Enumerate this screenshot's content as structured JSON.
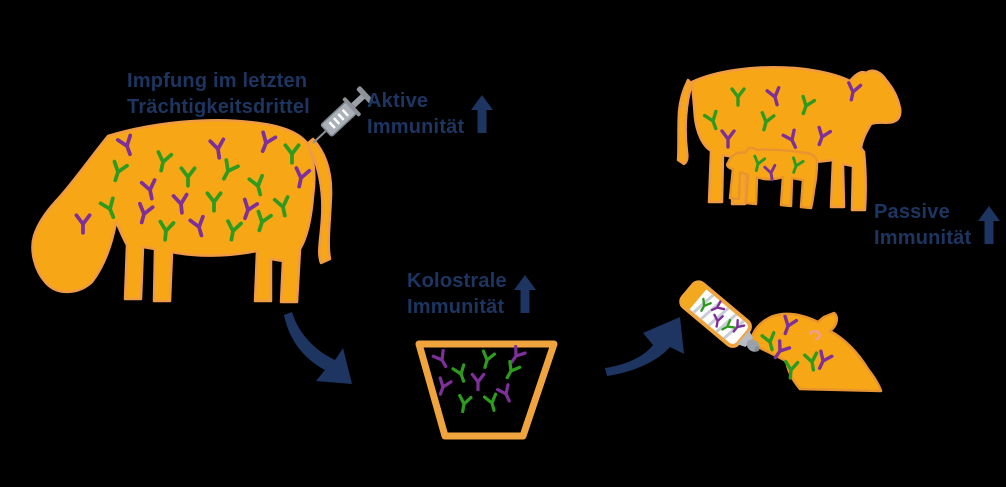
{
  "background_color": "#000000",
  "colors": {
    "background_color": "#000000",
    "navy": "#1d3560",
    "cow_orange": "#F7A716",
    "antibody_purple": "#7E2F99",
    "antibody_green": "#2E9B1E",
    "bucket_orange": "#F0A43E",
    "syringe_gray": "#9aa0a6",
    "bottle_white": "#ffffff"
  },
  "labels": {
    "vaccination": {
      "line1": "Impfung im letzten",
      "line2": "Trächtigkeitsdrittel"
    },
    "active_immunity": {
      "line1": "Aktive",
      "line2": "Immunität"
    },
    "colostral_immunity": {
      "line1": "Kolostrale",
      "line2": "Immunität"
    },
    "passive_immunity": {
      "line1": "Passive",
      "line2": "Immunität"
    }
  },
  "icons": {
    "syringe": "syringe-icon",
    "up_arrow": "up-arrow-icon",
    "curved_arrow_down_right": "curved-arrow-down-right-icon",
    "curved_arrow_up_right": "curved-arrow-up-right-icon",
    "antibody": "antibody-y-icon",
    "bucket": "colostrum-bucket-icon",
    "bottle": "feeding-bottle-icon",
    "vaccinated_cow": "cow-icon",
    "mother_cow": "cow-icon",
    "nursing_calf": "calf-icon",
    "bottle_fed_calf": "calf-head-icon"
  }
}
